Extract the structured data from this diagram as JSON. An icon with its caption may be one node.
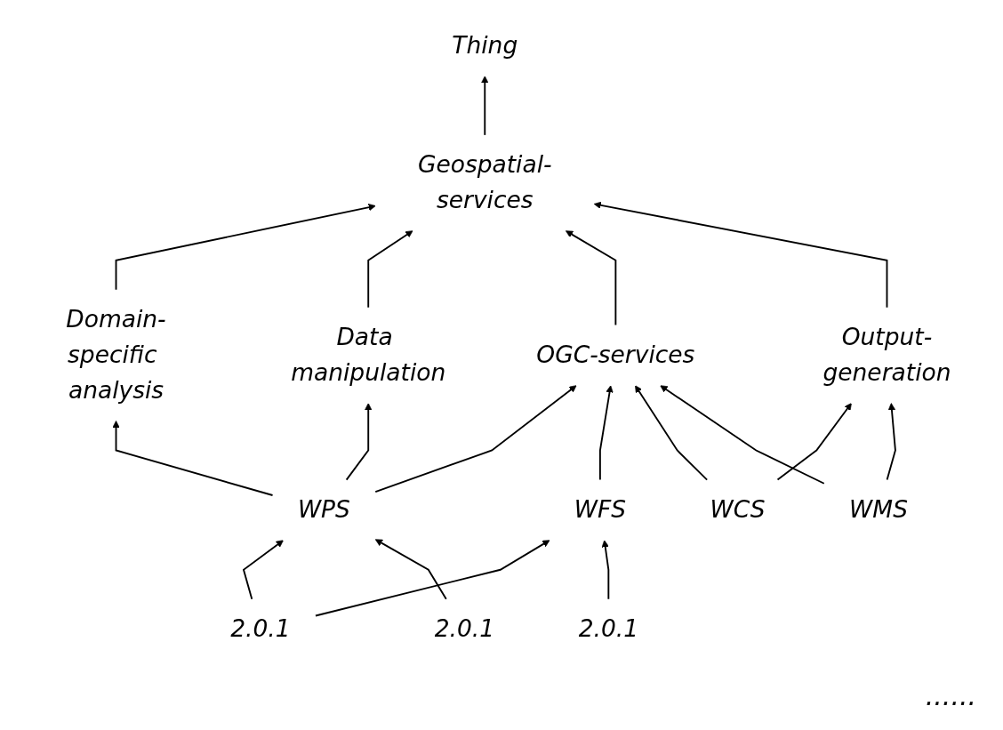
{
  "diagram": {
    "nodes": [
      {
        "text": [
          "Thing"
        ]
      },
      {
        "text": [
          "Geospatial-services"
        ]
      },
      {
        "text": [
          "Domain-specific analysis"
        ]
      },
      {
        "text": [
          "Data manipulation"
        ]
      },
      {
        "text": [
          "OGC-services"
        ]
      },
      {
        "text": [
          "Output-generation"
        ]
      },
      {
        "text": [
          "WPS"
        ]
      },
      {
        "text": [
          "WFS"
        ]
      },
      {
        "text": [
          "WCS"
        ]
      },
      {
        "text": [
          "WMS"
        ]
      },
      {
        "text": [
          "2.0.1"
        ]
      },
      {
        "text": [
          "2.0.1"
        ]
      },
      {
        "text": [
          "2.0.1"
        ]
      }
    ],
    "edges": [
      {
        "from": 1,
        "to": 0,
        "arrow": "to"
      },
      {
        "from": 2,
        "to": 1,
        "arrow": "to"
      },
      {
        "from": 3,
        "to": 1,
        "arrow": "to"
      },
      {
        "from": 4,
        "to": 1,
        "arrow": "to"
      },
      {
        "from": 5,
        "to": 1,
        "arrow": "to"
      },
      {
        "from": 6,
        "to": 2,
        "arrow": "to"
      },
      {
        "from": 6,
        "to": 3,
        "arrow": "to"
      },
      {
        "from": 6,
        "to": 4,
        "arrow": "to"
      },
      {
        "from": 7,
        "to": 4,
        "arrow": "to"
      },
      {
        "from": 8,
        "to": 4,
        "arrow": "to"
      },
      {
        "from": 8,
        "to": 5,
        "arrow": "to"
      },
      {
        "from": 9,
        "to": 4,
        "arrow": "to"
      },
      {
        "from": 9,
        "to": 5,
        "arrow": "to"
      },
      {
        "from": 10,
        "to": 6,
        "arrow": "to"
      },
      {
        "from": 10,
        "to": 7,
        "arrow": "to"
      },
      {
        "from": 11,
        "to": 7,
        "arrow": "to"
      },
      {
        "from": 12,
        "to": 6,
        "arrow": "to"
      }
    ],
    "labels": [
      "......"
    ]
  }
}
